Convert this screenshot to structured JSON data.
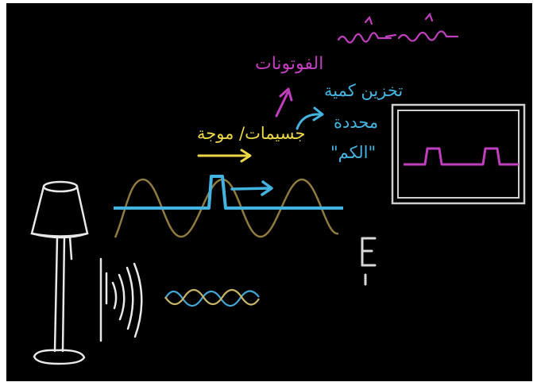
{
  "colors": {
    "background": "#000000",
    "photon": "#c13fbf",
    "quantized": "#43b4e0",
    "particle_wave": "#ecd845",
    "wave_gold": "#8f7a3f",
    "light": "#e8e8e8",
    "helix_blue": "#3fa8d6",
    "helix_gold": "#c9b56a"
  },
  "labels": {
    "photons": "الفوتونات",
    "particles_wave": "جسيمات/ موجة",
    "quantized_line1": "تخزين كمية",
    "quantized_line2": "محددة",
    "quantized_line3": "\"الكم\"",
    "energy": "E"
  },
  "icons": {
    "lamp": "floor-lamp-icon",
    "monitor": "screen-icon"
  }
}
